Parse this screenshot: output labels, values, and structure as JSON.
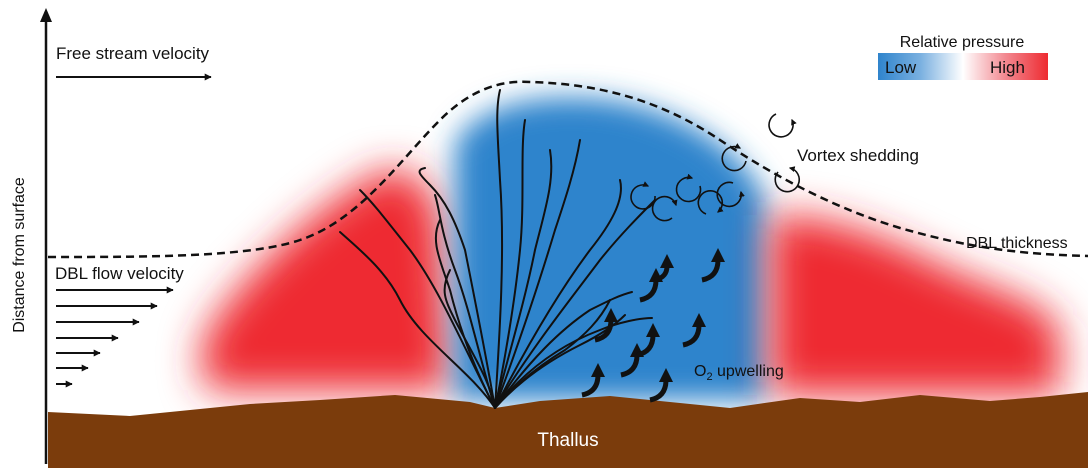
{
  "labels": {
    "free_stream": "Free stream velocity",
    "dbl_flow": "DBL flow velocity",
    "y_axis": "Distance from surface",
    "vortex": "Vortex shedding",
    "dbl_thickness": "DBL thickness",
    "o2_upwelling_main": "O",
    "o2_upwelling_sub": "2",
    "o2_upwelling_rest": " upwelling",
    "thallus": "Thallus"
  },
  "legend": {
    "title": "Relative pressure",
    "low": "Low",
    "high": "High"
  },
  "colors": {
    "low_pressure": "#2f84cc",
    "high_pressure": "#ee2b31",
    "thallus": "#7b3c0c",
    "thallus_label": "#ffffff",
    "lines": "#111111"
  },
  "icons": {
    "thallus_filaments": "filaments",
    "o2_arrows": "curved-up-arrow",
    "vortex_arrows": "circular-arrow"
  }
}
